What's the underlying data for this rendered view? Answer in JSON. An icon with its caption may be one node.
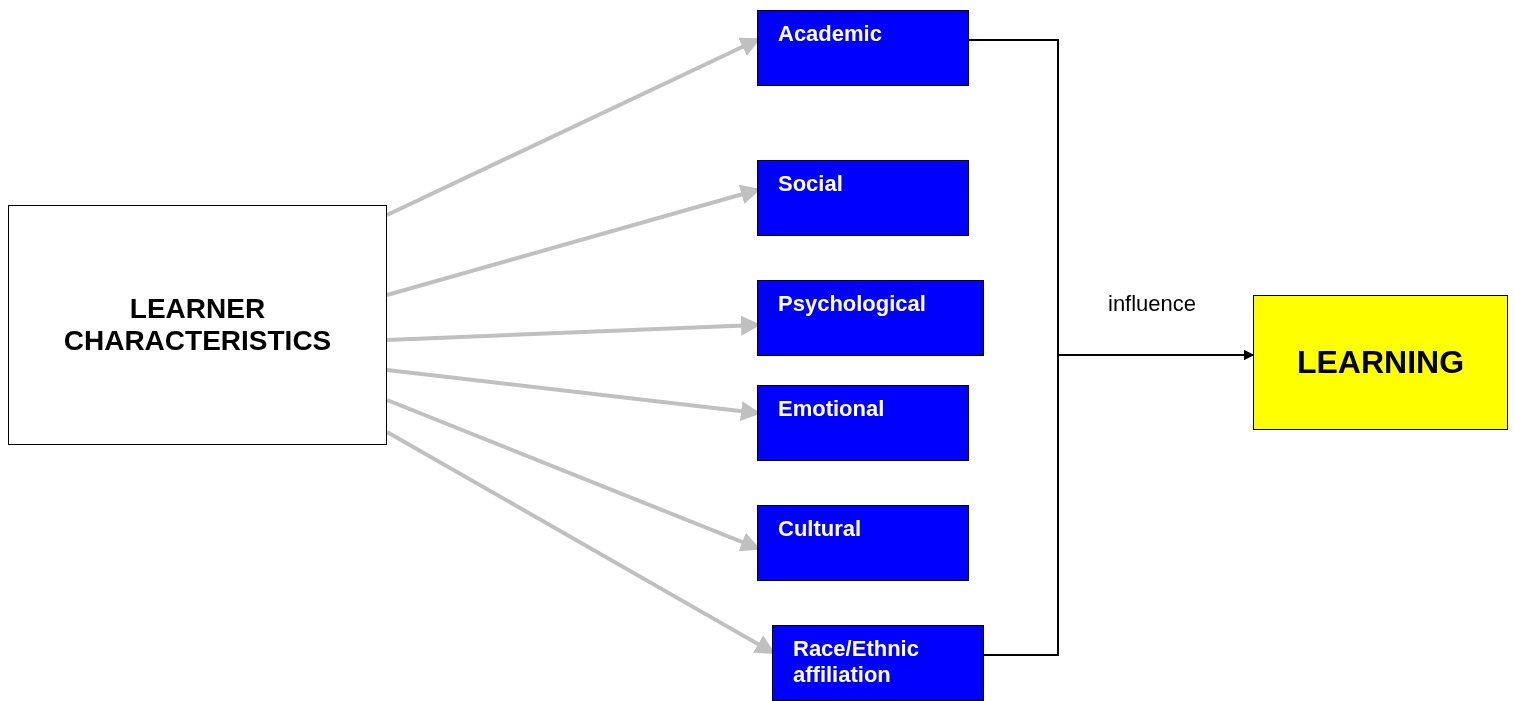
{
  "diagram": {
    "nodes": [
      {
        "text": [
          "LEARNER CHARACTERISTICS"
        ]
      },
      {
        "text": [
          "Academic"
        ]
      },
      {
        "text": [
          "Social"
        ]
      },
      {
        "text": [
          "Psychological"
        ]
      },
      {
        "text": [
          "Emotional"
        ]
      },
      {
        "text": [
          "Cultural"
        ]
      },
      {
        "text": [
          "Race/Ethnic affiliation"
        ]
      },
      {
        "text": [
          "LEARNING"
        ]
      }
    ],
    "edges": [
      {
        "from": 0,
        "to": 1,
        "arrow": "to"
      },
      {
        "from": 0,
        "to": 2,
        "arrow": "to"
      },
      {
        "from": 0,
        "to": 3,
        "arrow": "to"
      },
      {
        "from": 0,
        "to": 4,
        "arrow": "to"
      },
      {
        "from": 0,
        "to": 5,
        "arrow": "to"
      },
      {
        "from": 0,
        "to": 6,
        "arrow": "to"
      },
      {
        "from": 1,
        "to": 7,
        "arrow": "to",
        "label": "influence",
        "color": "#000000"
      },
      {
        "from": 6,
        "to": 7,
        "arrow": "to",
        "color": "#000000"
      }
    ]
  }
}
